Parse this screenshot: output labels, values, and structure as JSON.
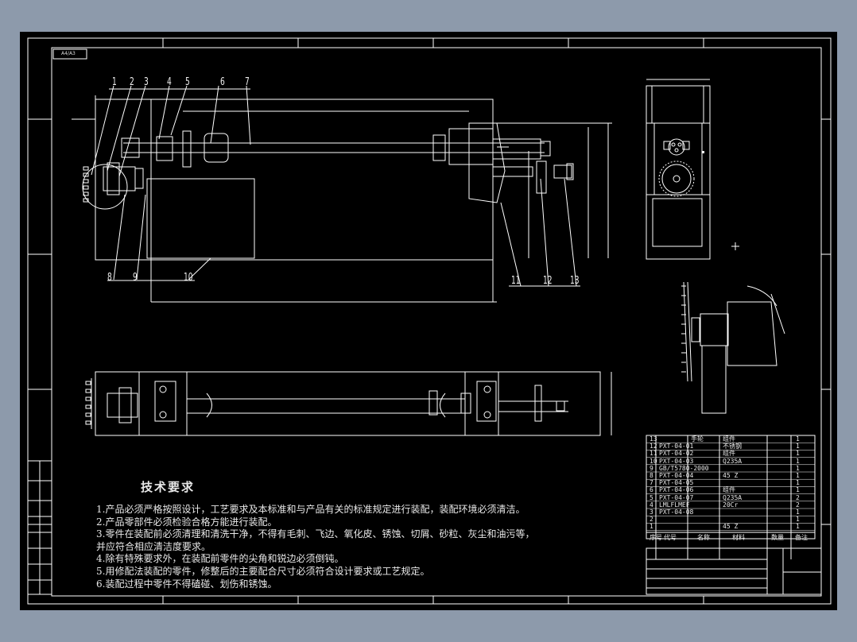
{
  "drawing": {
    "corner_tag": "A4/A3",
    "part_numbers": [
      "1",
      "2",
      "3",
      "4",
      "5",
      "6",
      "7",
      "8",
      "9",
      "10",
      "11",
      "12",
      "13"
    ]
  },
  "technical_requirements": {
    "title": "技术要求",
    "lines": [
      "1.产品必须严格按照设计，工艺要求及本标准和与产品有关的标准规定进行装配，装配环境必须清洁。",
      "2.产品零部件必须检验合格方能进行装配。",
      "3.零件在装配前必须清理和清洗干净，不得有毛刺、飞边、氧化皮、锈蚀、切屑、砂粒、灰尘和油污等，",
      "  并应符合相应清洁度要求。",
      "4.除有特殊要求外，在装配前零件的尖角和锐边必须倒钝。",
      "5.用修配法装配的零件，修整后的主要配合尺寸必须符合设计要求或工艺规定。",
      "6.装配过程中零件不得磕碰、划伤和锈蚀。"
    ]
  },
  "bom": {
    "rows": [
      {
        "no": "13",
        "code": "",
        "name": "手轮",
        "material": "组件",
        "qty": "1"
      },
      {
        "no": "12",
        "code": "PXT-04-01",
        "name": "",
        "material": "不锈钢",
        "qty": "1"
      },
      {
        "no": "11",
        "code": "PXT-04-02",
        "name": "",
        "material": "组件",
        "qty": "1"
      },
      {
        "no": "10",
        "code": "PXT-04-03",
        "name": "",
        "material": "Q235A",
        "qty": "1"
      },
      {
        "no": "9",
        "code": "GB/T5780-2000",
        "name": "",
        "material": "",
        "qty": "1"
      },
      {
        "no": "8",
        "code": "PXT-04-04",
        "name": "",
        "material": "45 Z",
        "qty": "1"
      },
      {
        "no": "7",
        "code": "PXT-04-05",
        "name": "",
        "material": "",
        "qty": "1"
      },
      {
        "no": "6",
        "code": "PXT-04-06",
        "name": "",
        "material": "组件",
        "qty": "1"
      },
      {
        "no": "5",
        "code": "PXT-04-07",
        "name": "",
        "material": "Q235A",
        "qty": "2"
      },
      {
        "no": "4",
        "code": "LMLFLMEF",
        "name": "",
        "material": "20Cr",
        "qty": "2"
      },
      {
        "no": "3",
        "code": "PXT-04-08",
        "name": "",
        "material": "",
        "qty": "1"
      },
      {
        "no": "2",
        "code": "",
        "name": "",
        "material": "",
        "qty": "1"
      },
      {
        "no": "1",
        "code": "",
        "name": "",
        "material": "45 Z",
        "qty": "1"
      }
    ],
    "headers": {
      "no": "序号",
      "code": "代号",
      "name": "名称",
      "material": "材料",
      "qty": "数量",
      "note": "备注"
    }
  },
  "colors": {
    "background": "#000000",
    "outside": "#8d9aab",
    "line": "#ffffff"
  }
}
